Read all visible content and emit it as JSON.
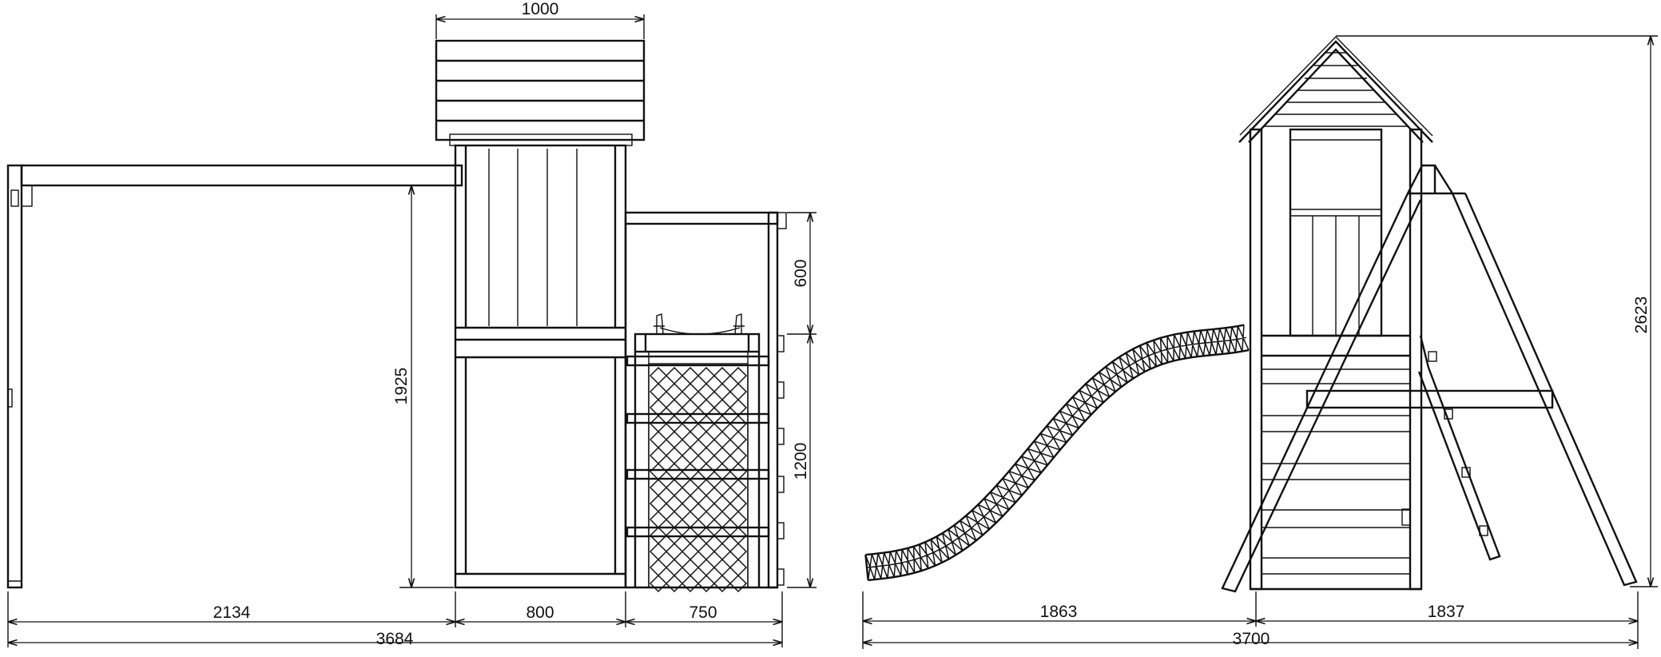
{
  "dimensions": {
    "front": {
      "roof_width": "1000",
      "upper_height": "600",
      "lower_height": "1200",
      "beam_height": "1925",
      "swing_span": "2134",
      "tower_width": "800",
      "ladder_width": "750",
      "total_width": "3684"
    },
    "side": {
      "slide_length": "1863",
      "frame_width": "1837",
      "total_width": "3700",
      "total_height": "2623"
    }
  }
}
